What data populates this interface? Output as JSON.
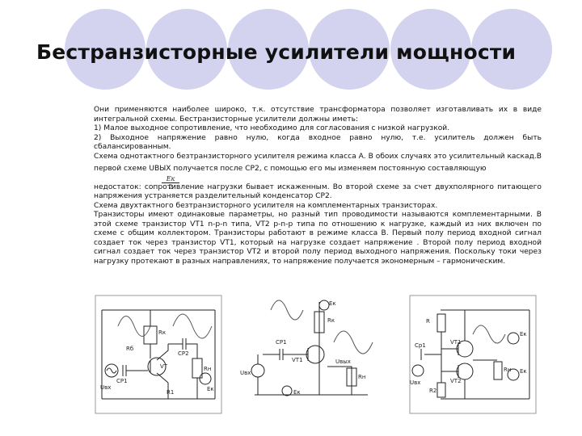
{
  "slide": {
    "title": "Бестранзисторные усилители мощности"
  },
  "body": {
    "lines": [
      "Они применяются наиболее широко, т.к. отсутствие трансформатора позволяет изготавливать их в виде интегральной схемы. Бестранзисторные усилители должны иметь:",
      "1) Малое выходное сопротивление, что необходимо для согласования с низкой нагрузкой.",
      "2) Выходное напряжение равно нулю, когда входное равно нулю, т.е. усилитель должен быть сбалансированным.",
      "Схема однотактного безтранзисторного усилителя режима класса А. В обоих случаях это усилительный каскад.В первой схеме UВЫХ получается после СР2, с помощью его мы изменяем постоянную составляющую",
      "недостаток: сопротивление нагрузки бывает искаженным. Во второй схеме за счет двухполярного питающего напряжения устраняется разделительный конденсатор СР2.",
      "Схема двухтактного безтранзисторного усилителя на комплементарных транзисторах.",
      "Транзисторы имеют одинаковые параметры, но разный тип проводимости называются комплементарными. В этой схеме транзистор VT1 n-p-n типа, VT2 p-n-p типа по отношению к нагрузке, каждый из них включен по схеме с общим коллектором. Транзисторы работают в режиме класса В. Первый полу период входной сигнал создает ток через транзистор VT1, который на нагрузке создает напряжение . Второй полу период входной сигнал создает ток через транзистор VT2 и второй полу период выходного напряжения. Поскольку токи через нагрузку протекают в разных направлениях, то напряжение получается экономерным – гармоническим."
    ],
    "fraction": {
      "numerator": "Eк",
      "denominator": "2"
    }
  },
  "diagrams": {
    "d1": {
      "labels": [
        "Rк",
        "Rб",
        "CР1",
        "CР2",
        "VT",
        "Rн",
        "Uвх",
        "Eк",
        "R1"
      ]
    },
    "d2": {
      "labels": [
        "Rк",
        "Eк",
        "CР1",
        "VT1",
        "Rн",
        "Uвых",
        "Uвх",
        "Eк"
      ]
    },
    "d3": {
      "labels": [
        "R",
        "VT1",
        "VT2",
        "Cр1",
        "Rн",
        "Uвх",
        "R2",
        "Eк",
        "Eк"
      ]
    }
  },
  "colors": {
    "circle": "#d3d3ef",
    "text": "#111111"
  }
}
